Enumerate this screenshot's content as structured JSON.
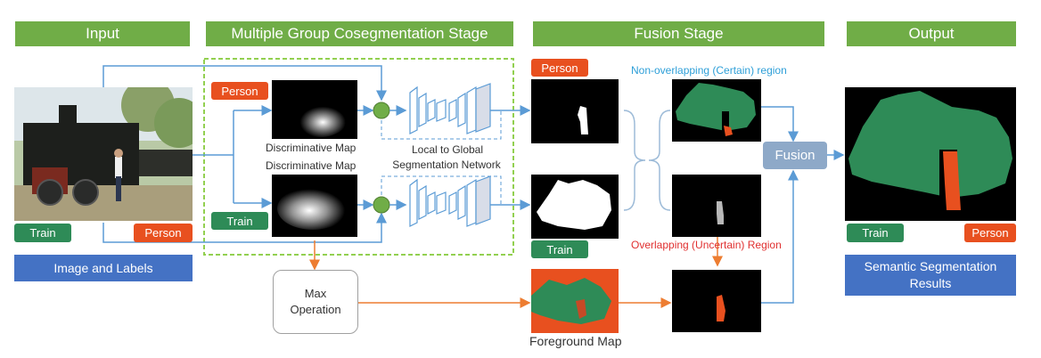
{
  "headers": {
    "input": "Input",
    "cosegmentation": "Multiple Group Cosegmentation Stage",
    "fusion": "Fusion Stage",
    "output": "Output"
  },
  "labels": {
    "person": "Person",
    "train": "Train"
  },
  "captions": {
    "discriminative_map_top": "Discriminative Map",
    "discriminative_map_bottom": "Discriminative Map",
    "local_to_global": "Local to Global",
    "segmentation_network": "Segmentation Network",
    "non_overlapping": "Non-overlapping (Certain) region",
    "overlapping": "Overlapping (Uncertain) Region",
    "foreground_map": "Foreground Map"
  },
  "boxes": {
    "image_and_labels": "Image and Labels",
    "max_operation_line1": "Max",
    "max_operation_line2": "Operation",
    "fusion": "Fusion",
    "semantic_results_line1": "Semantic Segmentation",
    "semantic_results_line2": "Results"
  },
  "colors": {
    "header_green": "#70ad47",
    "train_green": "#2e8b57",
    "person_red": "#e8501f",
    "label_box_blue": "#4472c4",
    "arrow_blue": "#5b9bd5",
    "arrow_orange": "#ed7d31",
    "dashed_green": "#92d050",
    "non_overlap_text": "#2e9fd8",
    "overlap_text": "#e03030",
    "fusion_box": "#8ea9c8"
  }
}
